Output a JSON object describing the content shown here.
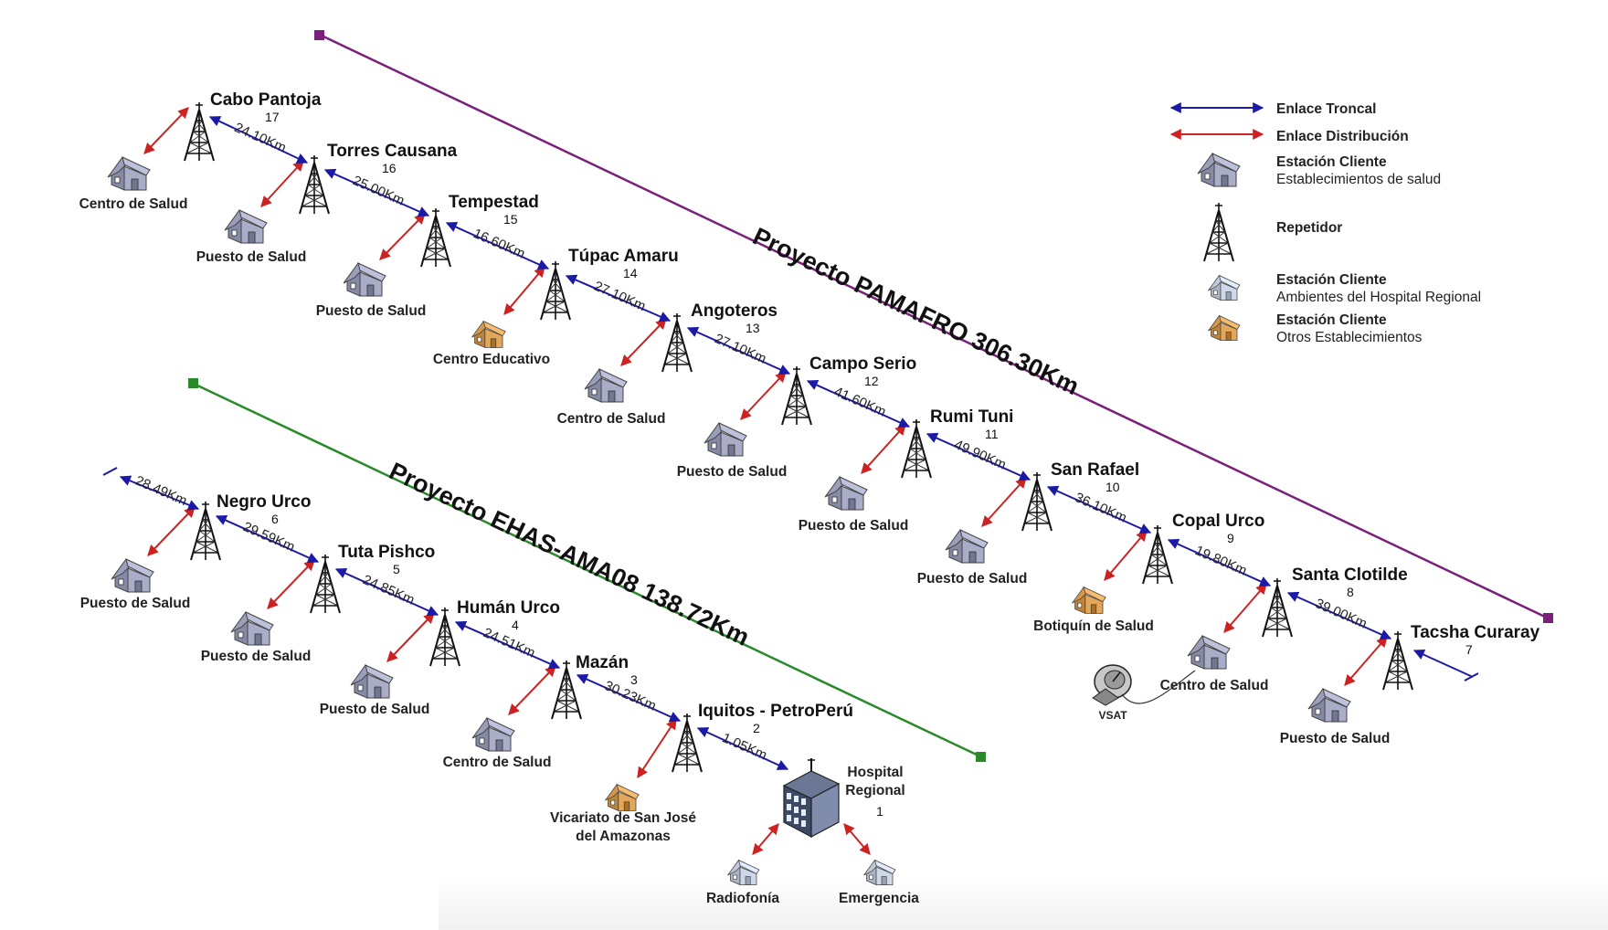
{
  "legend": {
    "trunk": "Enlace Troncal",
    "distribution": "Enlace Distribución",
    "client_title": "Estación Cliente",
    "client_health": "Establecimientos de salud",
    "repeater": "Repetidor",
    "client_hospital_title": "Estación Cliente",
    "client_hospital": "Ambientes del Hospital Regional",
    "client_other_title": "Estación Cliente",
    "client_other": "Otros Establecimientos"
  },
  "projects": {
    "pamafro": "Proyecto PAMAFRO 306.30Km",
    "ehas": "Proyecto EHAS-AMA08 138.72Km"
  },
  "colors": {
    "trunk": "#1a1aa6",
    "distribution": "#cc2222",
    "pamafro": "#7a1f7a",
    "ehas": "#2a8a2a",
    "house_health": "#a9adc8",
    "house_other": "#e3a75a",
    "house_hospital": "#cfd8e8"
  },
  "stations": [
    {
      "id": "s17",
      "name": "Cabo Pantoja",
      "num": "17",
      "client": "Centro de Salud",
      "type": "health"
    },
    {
      "id": "s16",
      "name": "Torres Causana",
      "num": "16",
      "client": "Puesto de Salud",
      "type": "health"
    },
    {
      "id": "s15",
      "name": "Tempestad",
      "num": "15",
      "client": "Puesto de Salud",
      "type": "health"
    },
    {
      "id": "s14",
      "name": "Túpac Amaru",
      "num": "14",
      "client": "Centro Educativo",
      "type": "other"
    },
    {
      "id": "s13",
      "name": "Angoteros",
      "num": "13",
      "client": "Centro de Salud",
      "type": "health"
    },
    {
      "id": "s12",
      "name": "Campo Serio",
      "num": "12",
      "client": "Puesto de Salud",
      "type": "health"
    },
    {
      "id": "s11",
      "name": "Rumi Tuni",
      "num": "11",
      "client": "Puesto de Salud",
      "type": "health"
    },
    {
      "id": "s10",
      "name": "San Rafael",
      "num": "10",
      "client": "Puesto de Salud",
      "type": "health"
    },
    {
      "id": "s9",
      "name": "Copal Urco",
      "num": "9",
      "client": "Botiquín de Salud",
      "type": "other"
    },
    {
      "id": "s8",
      "name": "Santa Clotilde",
      "num": "8",
      "client": "Centro de Salud",
      "type": "health"
    },
    {
      "id": "s7",
      "name": "Tacsha Curaray",
      "num": "7",
      "client": "Puesto de Salud",
      "type": "health"
    },
    {
      "id": "s6",
      "name": "Negro Urco",
      "num": "6",
      "client": "Puesto de Salud",
      "type": "health"
    },
    {
      "id": "s5",
      "name": "Tuta Pishco",
      "num": "5",
      "client": "Puesto de Salud",
      "type": "health"
    },
    {
      "id": "s4",
      "name": "Humán Urco",
      "num": "4",
      "client": "Puesto de Salud",
      "type": "health"
    },
    {
      "id": "s3",
      "name": "Mazán",
      "num": "3",
      "client": "Centro de Salud",
      "type": "health"
    },
    {
      "id": "s2",
      "name": "Iquitos - PetroPerú",
      "num": "2",
      "client": "Vicariato de San José del Amazonas",
      "type": "other"
    }
  ],
  "links": [
    {
      "from": "s17",
      "to": "s16",
      "distance": "24.10Km"
    },
    {
      "from": "s16",
      "to": "s15",
      "distance": "25.00Km"
    },
    {
      "from": "s15",
      "to": "s14",
      "distance": "16.60Km"
    },
    {
      "from": "s14",
      "to": "s13",
      "distance": "27.10Km"
    },
    {
      "from": "s13",
      "to": "s12",
      "distance": "27.10Km"
    },
    {
      "from": "s12",
      "to": "s11",
      "distance": "41.60Km"
    },
    {
      "from": "s11",
      "to": "s10",
      "distance": "49.90Km"
    },
    {
      "from": "s10",
      "to": "s9",
      "distance": "36.10Km"
    },
    {
      "from": "s9",
      "to": "s8",
      "distance": "19.80Km"
    },
    {
      "from": "s8",
      "to": "s7",
      "distance": "39.00Km"
    },
    {
      "from": "",
      "to": "s6",
      "distance": "28.49Km"
    },
    {
      "from": "s6",
      "to": "s5",
      "distance": "29.59Km"
    },
    {
      "from": "s5",
      "to": "s4",
      "distance": "24.85Km"
    },
    {
      "from": "s4",
      "to": "s3",
      "distance": "24.51Km"
    },
    {
      "from": "s3",
      "to": "s2",
      "distance": "30.23Km"
    },
    {
      "from": "s2",
      "to": "hospital",
      "distance": "1.05Km"
    }
  ],
  "hospital": {
    "line1": "Hospital",
    "line2": "Regional",
    "num": "1",
    "client_left": "Radiofonía",
    "client_right": "Emergencia"
  },
  "vsat": "VSAT"
}
